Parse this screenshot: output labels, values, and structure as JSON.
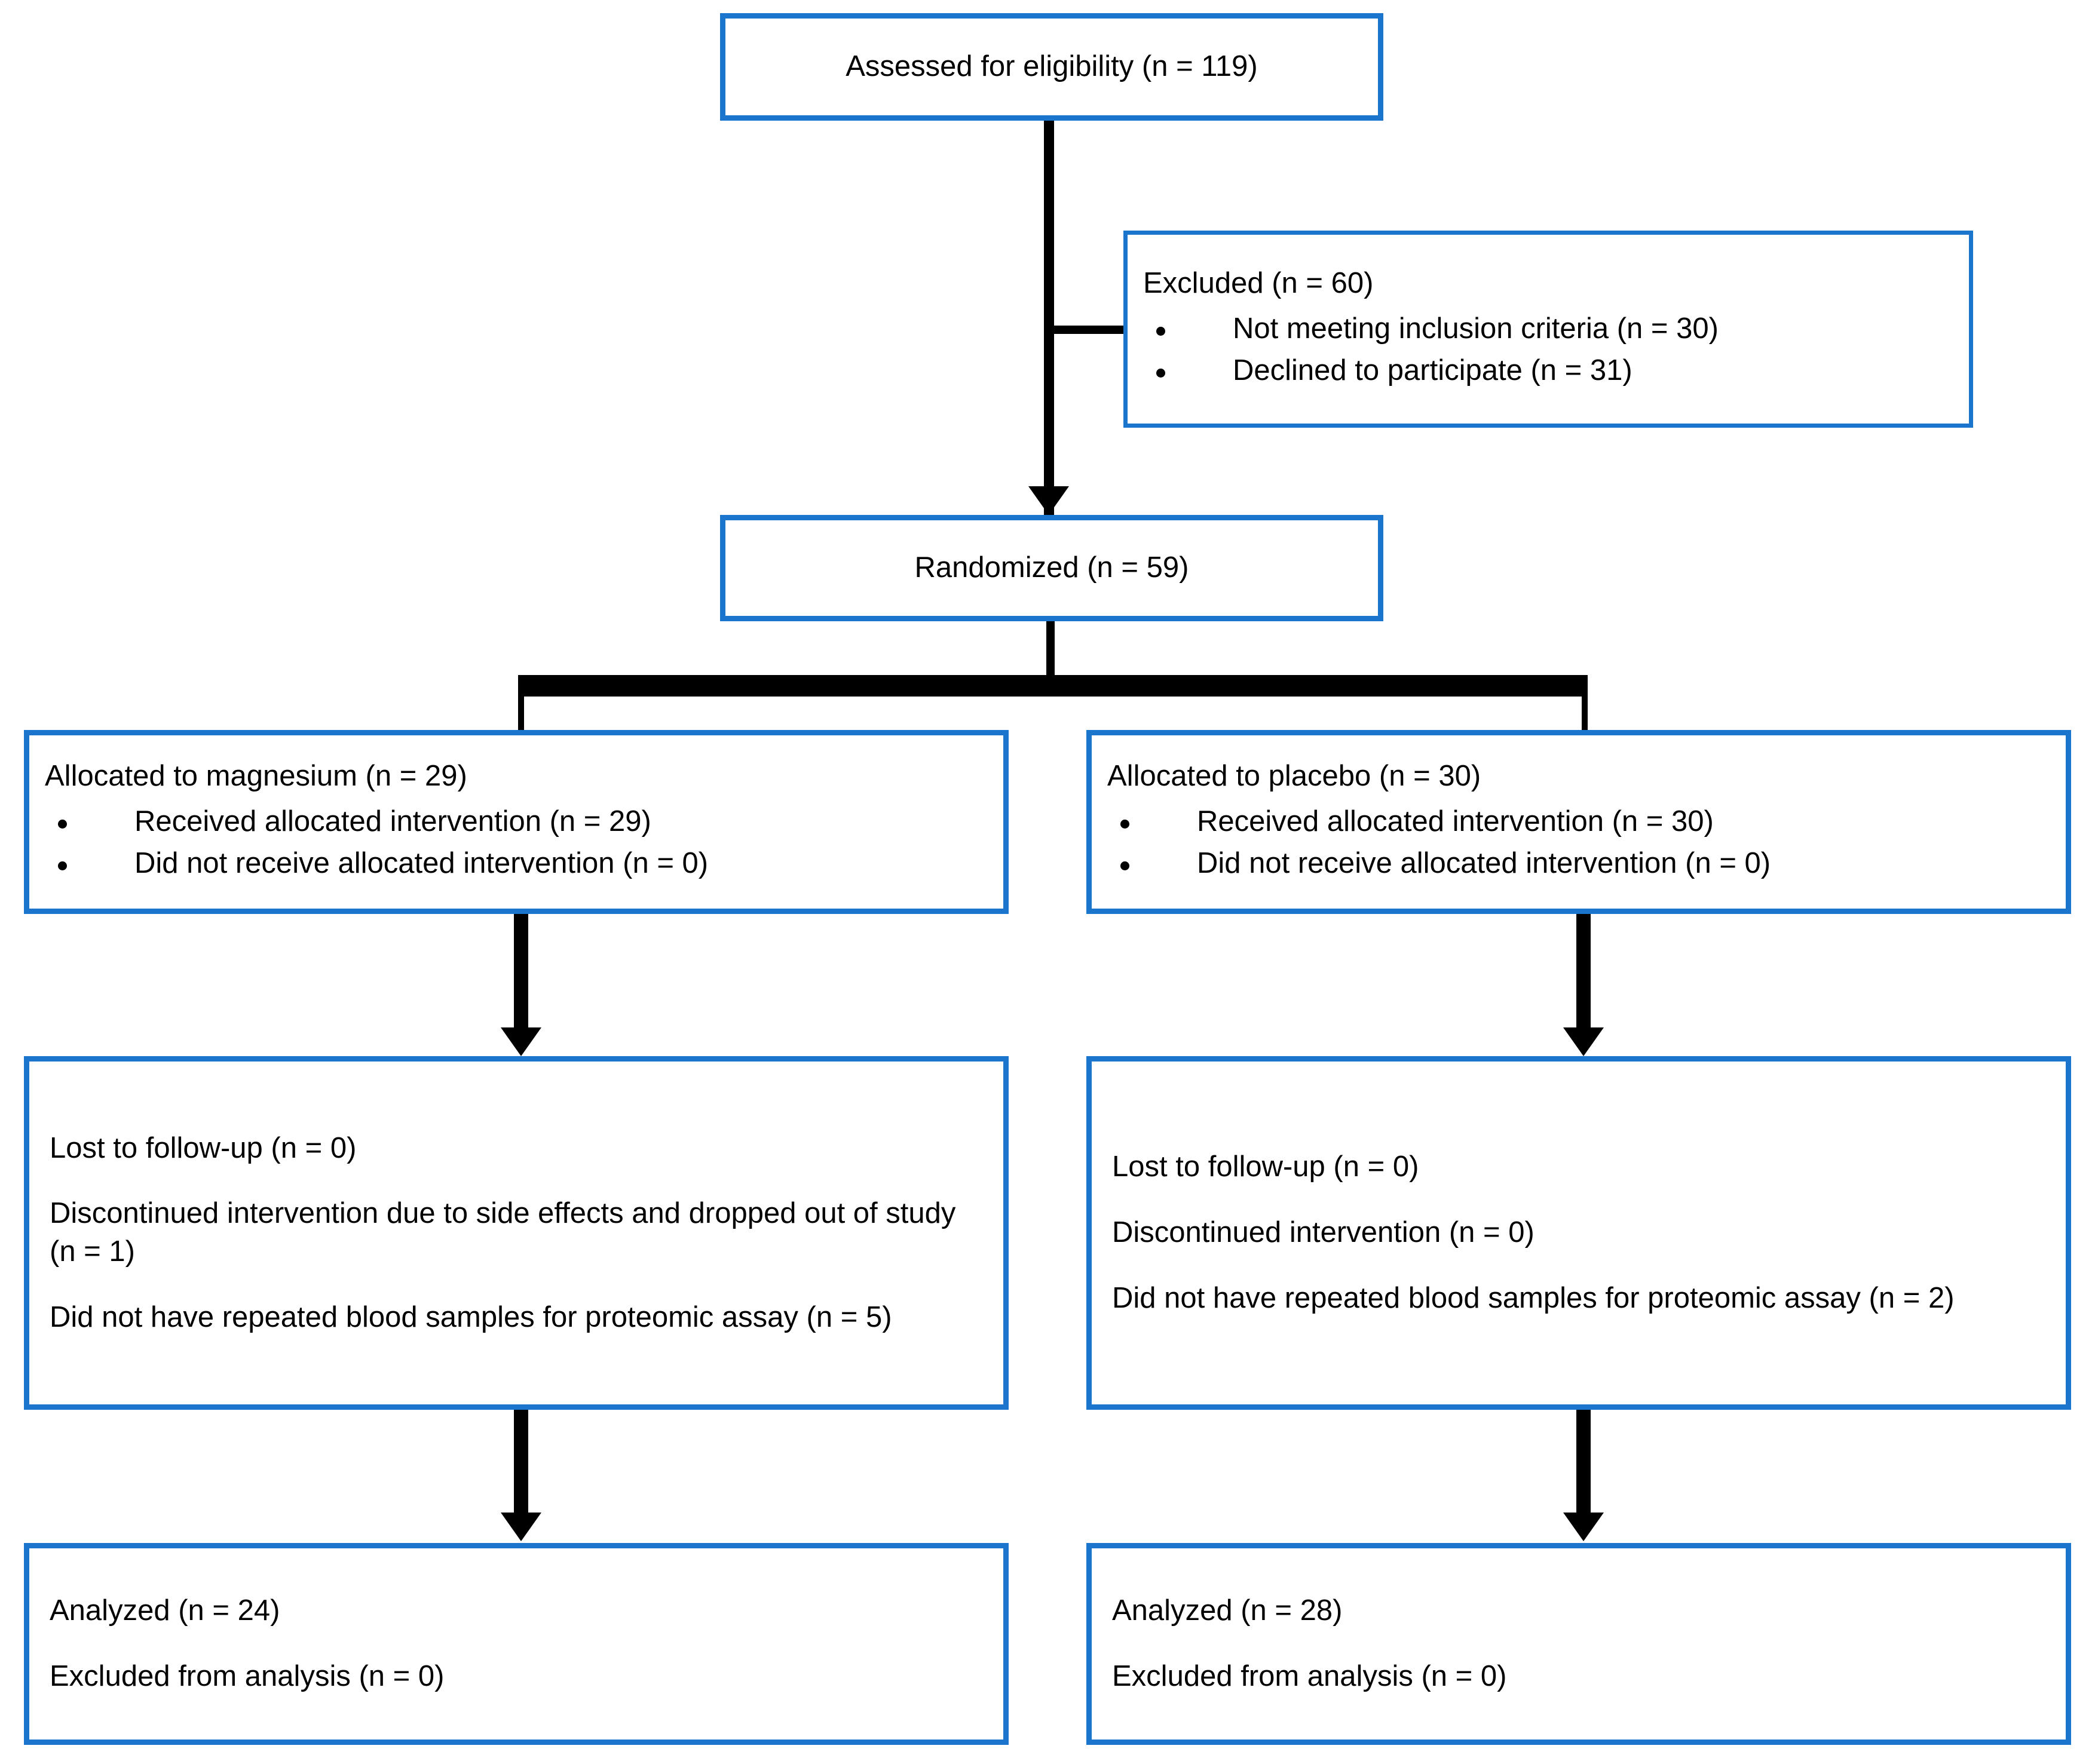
{
  "diagram": {
    "title": "CONSORT participant flow diagram",
    "accent_color": "#1c75cc",
    "text_color": "#000000",
    "background_color": "#ffffff",
    "connector_color": "#000000"
  },
  "nodes": {
    "eligibility": {
      "label": "Assessed for eligibility (n = 119)",
      "n": 119
    },
    "excluded": {
      "heading": "Excluded (n = 60)",
      "n": 60,
      "reasons": [
        {
          "label": "Not meeting inclusion criteria (n = 30)",
          "n": 30
        },
        {
          "label": "Declined to participate (n = 31)",
          "n": 31
        }
      ]
    },
    "randomized": {
      "label": "Randomized (n = 59)",
      "n": 59
    },
    "allocation_left": {
      "heading": "Allocated to magnesium (n = 29)",
      "n": 29,
      "items": [
        {
          "label": "Received allocated intervention (n = 29)",
          "n": 29
        },
        {
          "label": "Did not receive allocated intervention (n = 0)",
          "n": 0
        }
      ]
    },
    "allocation_right": {
      "heading": "Allocated to placebo (n = 30)",
      "n": 30,
      "items": [
        {
          "label": "Received allocated intervention (n = 30)",
          "n": 30
        },
        {
          "label": "Did not receive allocated intervention (n = 0)",
          "n": 0
        }
      ]
    },
    "followup_left": {
      "lines": [
        "Lost to follow-up (n = 0)",
        "Discontinued intervention due to side effects and dropped out of study (n = 1)",
        "Did not have repeated blood samples for proteomic assay (n = 5)"
      ]
    },
    "followup_right": {
      "lines": [
        "Lost to follow-up (n = 0)",
        "Discontinued intervention (n = 0)",
        "Did not have repeated blood samples for proteomic assay (n = 2)"
      ]
    },
    "analysis_left": {
      "lines": [
        "Analyzed (n = 24)",
        "Excluded from analysis (n = 0)"
      ]
    },
    "analysis_right": {
      "lines": [
        "Analyzed (n = 28)",
        "Excluded from analysis (n = 0)"
      ]
    }
  }
}
